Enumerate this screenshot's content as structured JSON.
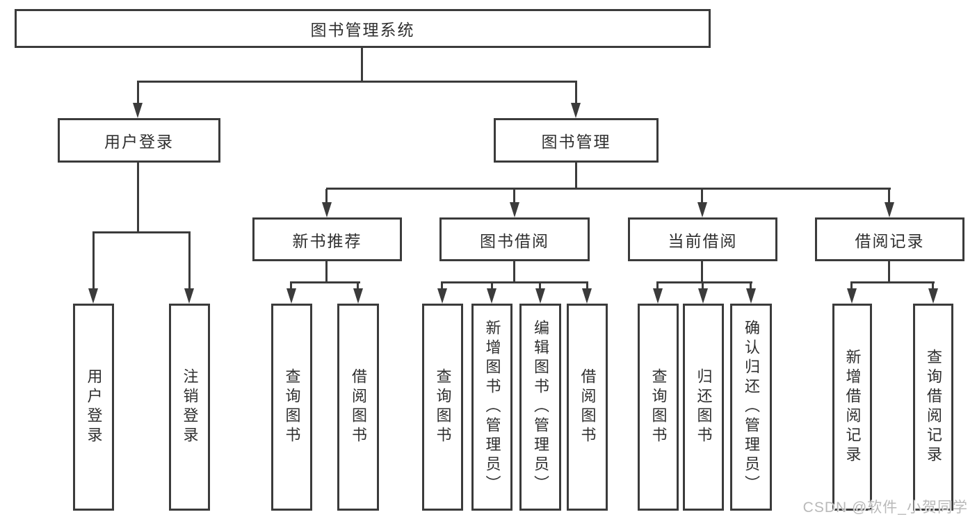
{
  "tree": {
    "label": "图书管理系统",
    "children": [
      {
        "label": "用户登录",
        "children": [
          {
            "label": "用户登录"
          },
          {
            "label": "注销登录"
          }
        ]
      },
      {
        "label": "图书管理",
        "children": [
          {
            "label": "新书推荐",
            "children": [
              {
                "label": "查询图书"
              },
              {
                "label": "借阅图书"
              }
            ]
          },
          {
            "label": "图书借阅",
            "children": [
              {
                "label": "查询图书"
              },
              {
                "label": "新增图书（管理员）"
              },
              {
                "label": "编辑图书（管理员）"
              },
              {
                "label": "借阅图书"
              }
            ]
          },
          {
            "label": "当前借阅",
            "children": [
              {
                "label": "查询图书"
              },
              {
                "label": "归还图书"
              },
              {
                "label": "确认归还（管理员）"
              }
            ]
          },
          {
            "label": "借阅记录",
            "children": [
              {
                "label": "新增借阅记录"
              },
              {
                "label": "查询借阅记录"
              }
            ]
          }
        ]
      }
    ]
  },
  "watermark": "CSDN @软件_小贺同学",
  "colors": {
    "line": "#3b3b3b",
    "text": "#2f2f2f",
    "watermark": "#b9b9b9",
    "background": "#ffffff"
  }
}
